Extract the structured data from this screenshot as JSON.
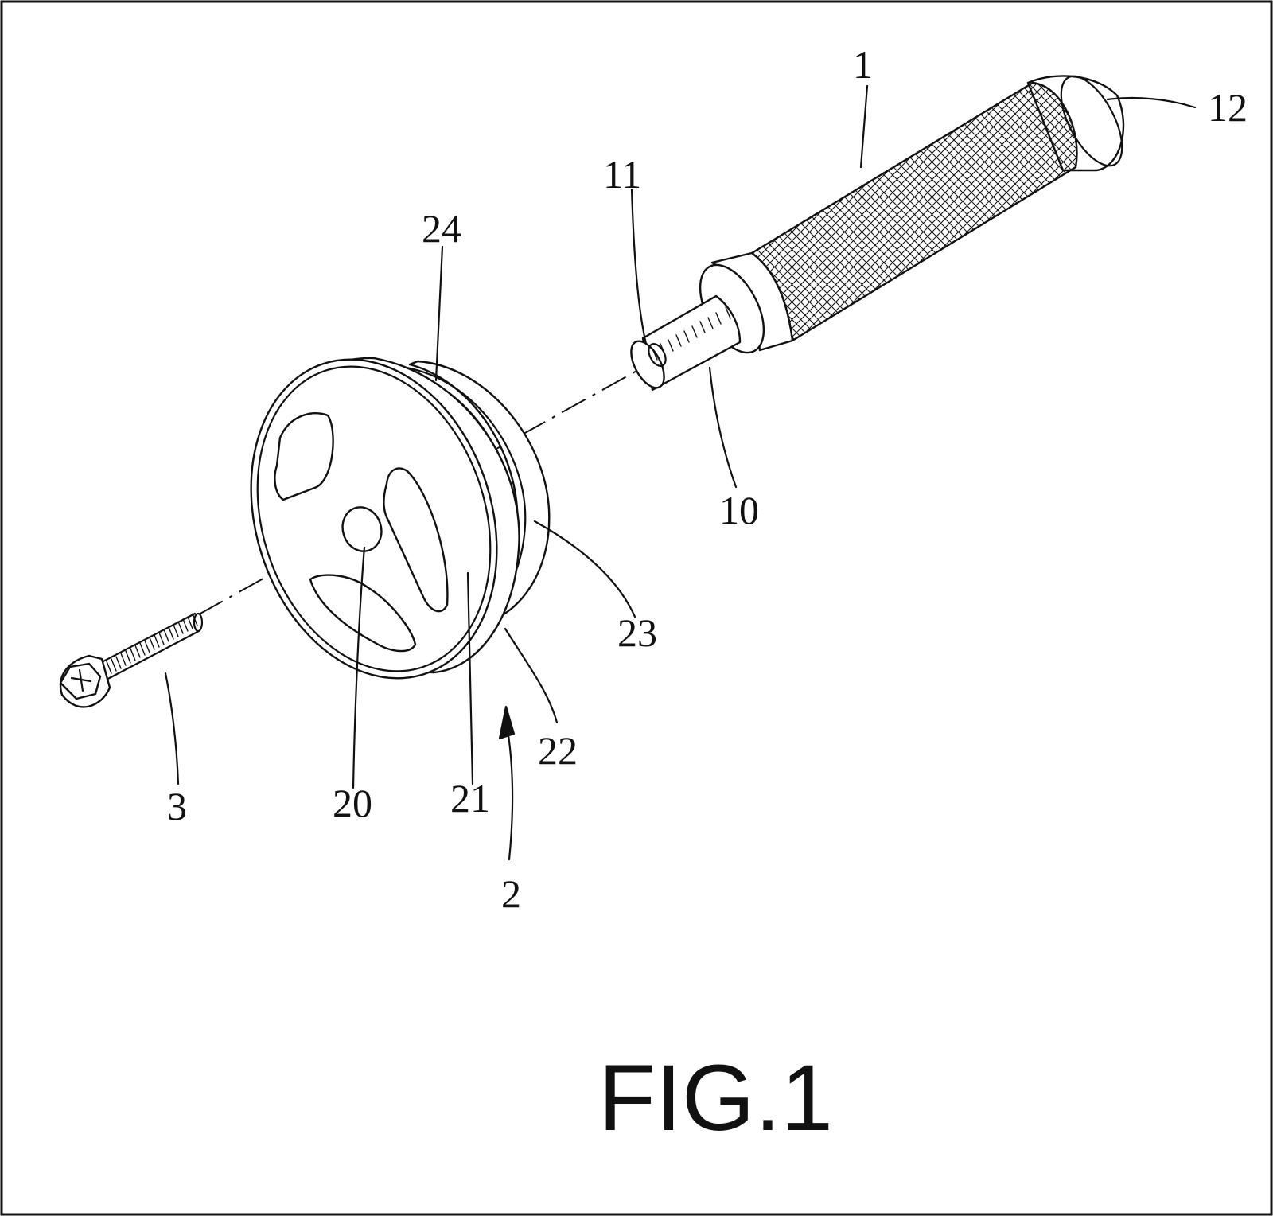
{
  "caption": "FIG.1",
  "labels": {
    "l1": "1",
    "l12": "12",
    "l11": "11",
    "l24": "24",
    "l10": "10",
    "l23": "23",
    "l22": "22",
    "l21": "21",
    "l20": "20",
    "l3": "3",
    "l2": "2"
  },
  "colors": {
    "ink": "#111111",
    "paper": "#ffffff"
  }
}
